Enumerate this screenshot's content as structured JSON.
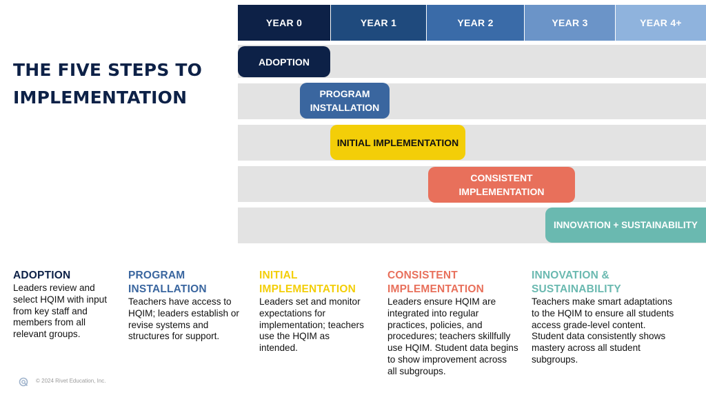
{
  "title": "THE FIVE STEPS TO IMPLEMENTATION",
  "years": [
    "YEAR 0",
    "YEAR 1",
    "YEAR 2",
    "YEAR 3",
    "YEAR 4+"
  ],
  "colors": {
    "navy": "#0d2147",
    "year_headers": [
      "#0d2147",
      "#1f4a7d",
      "#3a6ba8",
      "#6b94c8",
      "#8fb3dd"
    ],
    "adoption": "#0d2147",
    "program_installation": "#3a669f",
    "initial_implementation": "#f3ce08",
    "consistent_implementation": "#e8705b",
    "innovation_sustainability": "#6ab9b0"
  },
  "steps": [
    {
      "pill": "ADOPTION",
      "heading": "ADOPTION",
      "body": "Leaders review and select HQIM with input from key staff and members from all relevant groups."
    },
    {
      "pill": "PROGRAM INSTALLATION",
      "heading": "PROGRAM INSTALLATION",
      "body": "Teachers have access to HQIM; leaders establish or revise systems and structures for support."
    },
    {
      "pill": "INITIAL IMPLEMENTATION",
      "heading": "INITIAL IMPLEMENTATION",
      "body": "Leaders set and monitor expectations for implementation; teachers use the HQIM as intended."
    },
    {
      "pill": "CONSISTENT IMPLEMENTATION",
      "heading": "CONSISTENT IMPLEMENTATION",
      "body": "Leaders ensure HQIM are integrated into regular practices, policies, and procedures; teachers skillfully use HQIM. Student data begins to show improvement across all subgroups."
    },
    {
      "pill": "INNOVATION + SUSTAINABILITY",
      "heading": "INNOVATION & SUSTAINABILITY",
      "body": "Teachers make smart adaptations to the HQIM to ensure all students access grade-level content. Student data consistently shows mastery across all student subgroups."
    }
  ],
  "footer": {
    "icon": "rivet-logo-icon",
    "copyright": "© 2024 Rivet Education, Inc."
  }
}
